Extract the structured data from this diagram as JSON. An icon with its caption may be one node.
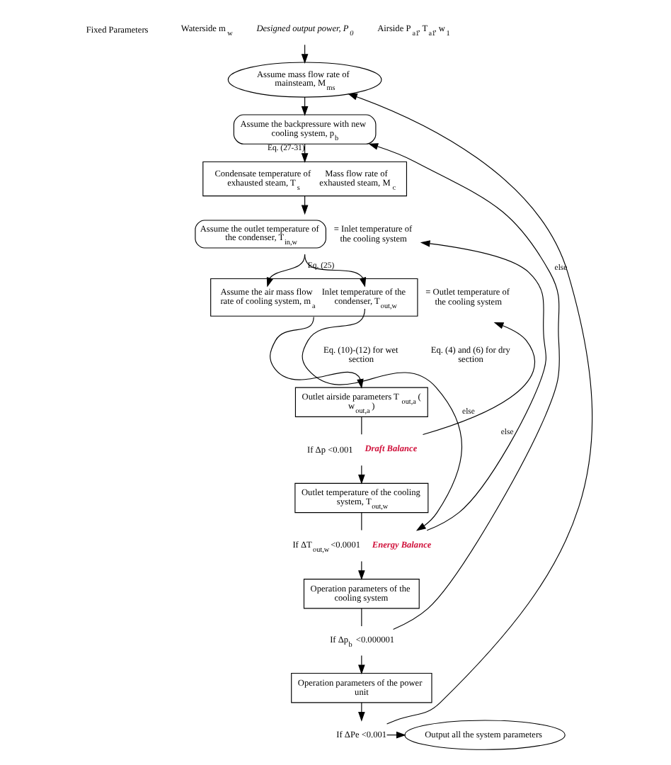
{
  "diagram": {
    "nodes": [
      {
        "text": [
          "Designed output power, P$_{0}$"
        ]
      },
      {
        "text": [
          "Assume mass flow rate of mainsteam, M$_{ms}$"
        ]
      },
      {
        "text": [
          "Assume the backpressure with new cooling system, p$_{b}$"
        ]
      },
      {
        "text": [
          "Condensate temperature of exhausted steam, T$_{s}$",
          "Mass flow rate of exhausted steam, M$_{c}$"
        ]
      },
      {
        "text": [
          "Assume the outlet temperature of the condenser, T$_{in,w}$"
        ],
        "beside": [
          "= Inlet temperature of the cooling system"
        ]
      },
      {
        "text": [
          "Assume the air mass flow rate of cooling system, m$_{a}$",
          "Inlet temperature of the condenser, T$_{out,w}$"
        ],
        "beside": [
          "= Outlet temperature of the cooling system"
        ]
      },
      {
        "text": [
          "Outlet airside parameters T$_{out,a}$ ( w$_{out,a}$ )"
        ]
      },
      {
        "text": [
          "If Δp <0.001"
        ],
        "beside": [
          "Draft Balance"
        ]
      },
      {
        "text": [
          "Outlet temperature of the cooling system, T$_{out,w}$"
        ]
      },
      {
        "text": [
          "If ΔT$_{out,w}$ <0.0001"
        ],
        "beside": [
          "Energy Balance"
        ]
      },
      {
        "text": [
          "Operation parameters of the cooling system"
        ]
      },
      {
        "text": [
          "If Δp$_{b}$ <0.000001"
        ]
      },
      {
        "text": [
          "Operation parameters of the power unit"
        ]
      },
      {
        "text": [
          "If ΔPe <0.001"
        ]
      },
      {
        "text": [
          "Output all the system parameters"
        ]
      }
    ],
    "edges": [
      {
        "from": 0,
        "to": 1,
        "arrow": "to"
      },
      {
        "from": 1,
        "to": 2,
        "arrow": "to"
      },
      {
        "from": 2,
        "to": 3,
        "arrow": "to",
        "label": "Eq. (27-31)"
      },
      {
        "from": 3,
        "to": 4,
        "arrow": "to"
      },
      {
        "from": 4,
        "to": 5,
        "arrow": "to"
      },
      {
        "from": 4,
        "to": 5,
        "arrow": "to",
        "label": "Eq. (25)"
      },
      {
        "from": 5,
        "to": 6,
        "arrow": "to"
      },
      {
        "from": 6,
        "to": 7,
        "arrow": "none"
      },
      {
        "from": 7,
        "to": 5,
        "arrow": "to",
        "label": "else"
      },
      {
        "from": 7,
        "to": 8,
        "arrow": "to"
      },
      {
        "from": 8,
        "to": 9,
        "arrow": "none"
      },
      {
        "from": 5,
        "to": 9,
        "arrow": "to"
      },
      {
        "from": 9,
        "to": 4,
        "arrow": "to",
        "label": "else"
      },
      {
        "from": 9,
        "to": 10,
        "arrow": "to"
      },
      {
        "from": 10,
        "to": 11,
        "arrow": "none"
      },
      {
        "from": 11,
        "to": 2,
        "arrow": "to"
      },
      {
        "from": 11,
        "to": 12,
        "arrow": "to"
      },
      {
        "from": 12,
        "to": 13,
        "arrow": "to"
      },
      {
        "from": 13,
        "to": 1,
        "arrow": "to",
        "label": "else"
      },
      {
        "from": 13,
        "to": 14,
        "arrow": "to"
      }
    ],
    "labels": [
      "Fixed Parameters",
      "Waterside m$_{w}$",
      "Airside P$_{a1}$, T$_{a1}$, w$_{1}$",
      "Eq. (10)-(12) for wet section",
      "Eq. (4) and (6) for dry section"
    ]
  }
}
